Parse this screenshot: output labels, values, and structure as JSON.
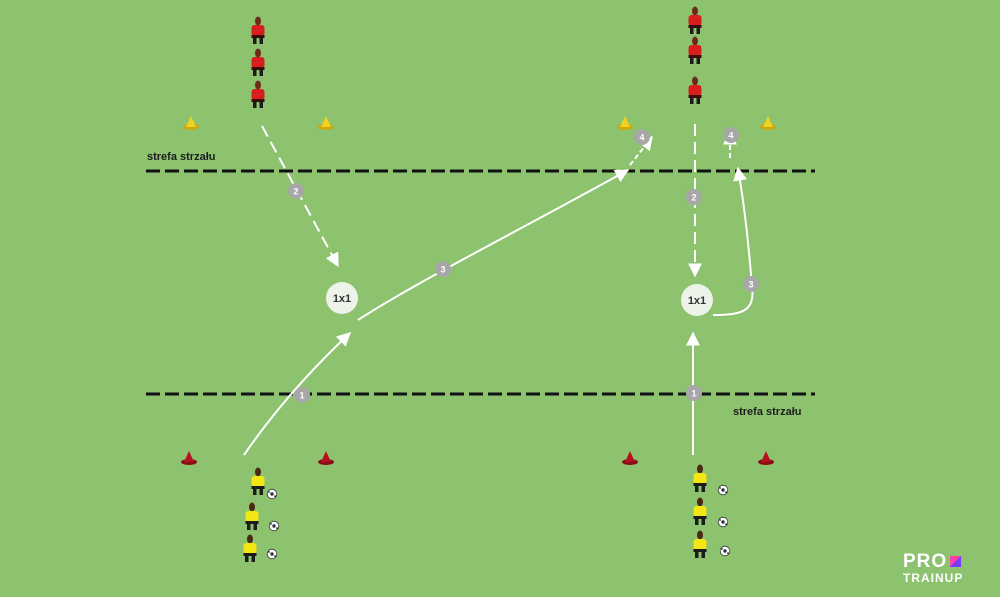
{
  "zone_label_top": "strefa strzału",
  "zone_label_bottom": "strefa strzału",
  "duel_label": "1x1",
  "steps": [
    "1",
    "2",
    "3",
    "4"
  ],
  "logo": {
    "line1": "PRO",
    "line2": "TRAINUP"
  },
  "colors": {
    "pitch": "#8dc26f",
    "line": "#111111",
    "arrow": "#ffffff",
    "step_badge": "#a7a7a7",
    "duel_circle": "#eef3ea",
    "attacker_kit": "#f2e614",
    "defender_kit": "#d81e1e",
    "cone_yellow": "#f2d21b",
    "cone_red": "#b3121f"
  }
}
